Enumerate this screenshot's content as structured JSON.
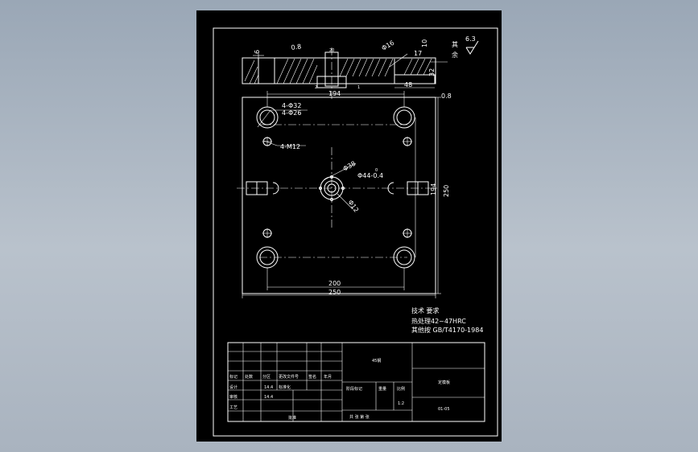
{
  "drawing": {
    "roughness_other": "其",
    "roughness_other2": "余",
    "roughness_value": "6.3",
    "section": {
      "dim_6": "6",
      "dim_08": "0.8",
      "dim_20": "20",
      "dim_phi16": "Φ16",
      "dim_17": "17",
      "dim_10": "10",
      "dim_32": "32",
      "dim_48": "48",
      "dim_2": "2",
      "dim_1": "1"
    },
    "plan": {
      "dim_194_top": "194",
      "dim_08_corner": "0.8",
      "hole_label_1": "4-Φ32",
      "hole_label_2": "4-Φ26",
      "thread_label": "4-M12",
      "center_dim_phi38": "Φ38",
      "center_dim_phi44": "Φ44-0.4",
      "center_dim_0": "0",
      "center_dim_phi12": "Φ12",
      "dim_194_right": "194",
      "dim_250_right": "250",
      "dim_200_bottom": "200",
      "dim_250_bottom": "250"
    },
    "notes": {
      "title": "技术 要求",
      "line1": "热处理42~47HRC",
      "line2": "其他按 GB/T4170-1984"
    },
    "title_block": {
      "material_mark": "45钢",
      "part_name": "定模板",
      "row_labels": [
        "标记",
        "处数",
        "分区",
        "更改文件号",
        "签名",
        "年月"
      ],
      "designer": "设计",
      "standard": "标准化",
      "stage_mark": "阶段标记",
      "weight": "重量",
      "scale": "比例",
      "scale_value": "1:2",
      "review": "审核",
      "process": "工艺",
      "approve": "批准",
      "date1": "14.4",
      "date2": "14.4",
      "sheet_info": "共  张  第  张",
      "drawing_no": "01-05"
    }
  }
}
